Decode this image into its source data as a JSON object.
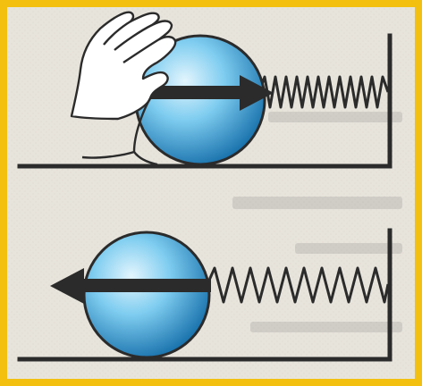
{
  "colors": {
    "frame": "#f3c00f",
    "paper": "#e6e3da",
    "ink": "#2b2b2b",
    "ball_light": "#d9f0fb",
    "ball_mid": "#6cc3ea",
    "ball_dark": "#1f7fb7",
    "arrow": "#2b2b2b"
  },
  "panels": [
    {
      "id": "compressed",
      "description_icon": "hand-icon",
      "arrow_direction": "right",
      "spring_state": "compressed"
    },
    {
      "id": "released",
      "arrow_direction": "left",
      "spring_state": "released"
    }
  ]
}
